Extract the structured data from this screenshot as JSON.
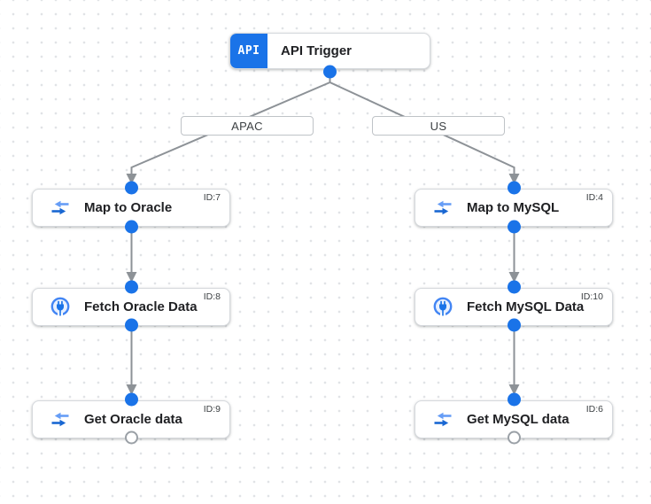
{
  "trigger": {
    "badge": "API",
    "title": "API Trigger"
  },
  "branches": [
    {
      "label": "APAC"
    },
    {
      "label": "US"
    }
  ],
  "nodes": [
    {
      "title": "Map to Oracle",
      "id_label": "ID:7",
      "icon": "data-mapping-icon"
    },
    {
      "title": "Fetch Oracle Data",
      "id_label": "ID:8",
      "icon": "connector-icon"
    },
    {
      "title": "Get Oracle data",
      "id_label": "ID:9",
      "icon": "data-mapping-icon"
    },
    {
      "title": "Map to MySQL",
      "id_label": "ID:4",
      "icon": "data-mapping-icon"
    },
    {
      "title": "Fetch MySQL Data",
      "id_label": "ID:10",
      "icon": "connector-icon"
    },
    {
      "title": "Get MySQL data",
      "id_label": "ID:6",
      "icon": "data-mapping-icon"
    }
  ],
  "colors": {
    "accent_blue": "#1a73e8",
    "icon_blue_light": "#669df6",
    "icon_blue_dark": "#1967d2",
    "connector_ring_blue": "#4285f4",
    "edge_gray": "#8d9297",
    "node_border": "#d6d9dd",
    "grid_dot": "#e1e3e6",
    "title_text": "#202124",
    "secondary_text": "#3c4043",
    "canvas_background": "#ffffff"
  }
}
